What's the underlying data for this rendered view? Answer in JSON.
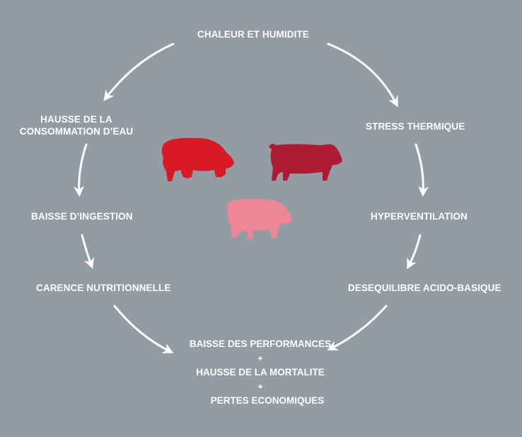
{
  "diagram": {
    "top": "CHALEUR ET HUMIDITE",
    "left": [
      "HAUSSE DE LA",
      "CONSOMMATION D’EAU",
      "BAISSE D’INGESTION",
      "CARENCE NUTRITIONNELLE"
    ],
    "right": [
      "STRESS THERMIQUE",
      "HYPERVENTILATION",
      "DESEQUILIBRE ACIDO-BASIQUE"
    ],
    "outcome": {
      "line1": "BAISSE DES PERFORMANCES",
      "plus1": "+",
      "line2": "HAUSSE DE LA MORTALITE",
      "plus2": "+",
      "line3": "PERTES ECONOMIQUES"
    }
  },
  "colors": {
    "background": "#939ba4",
    "text": "#ffffff",
    "arrow": "#ffffff",
    "pig_red": "#d81a25",
    "pig_dark_red": "#ad1b34",
    "pig_pink": "#ef8695"
  },
  "icons": [
    "arrow-icon",
    "pig-icon"
  ]
}
